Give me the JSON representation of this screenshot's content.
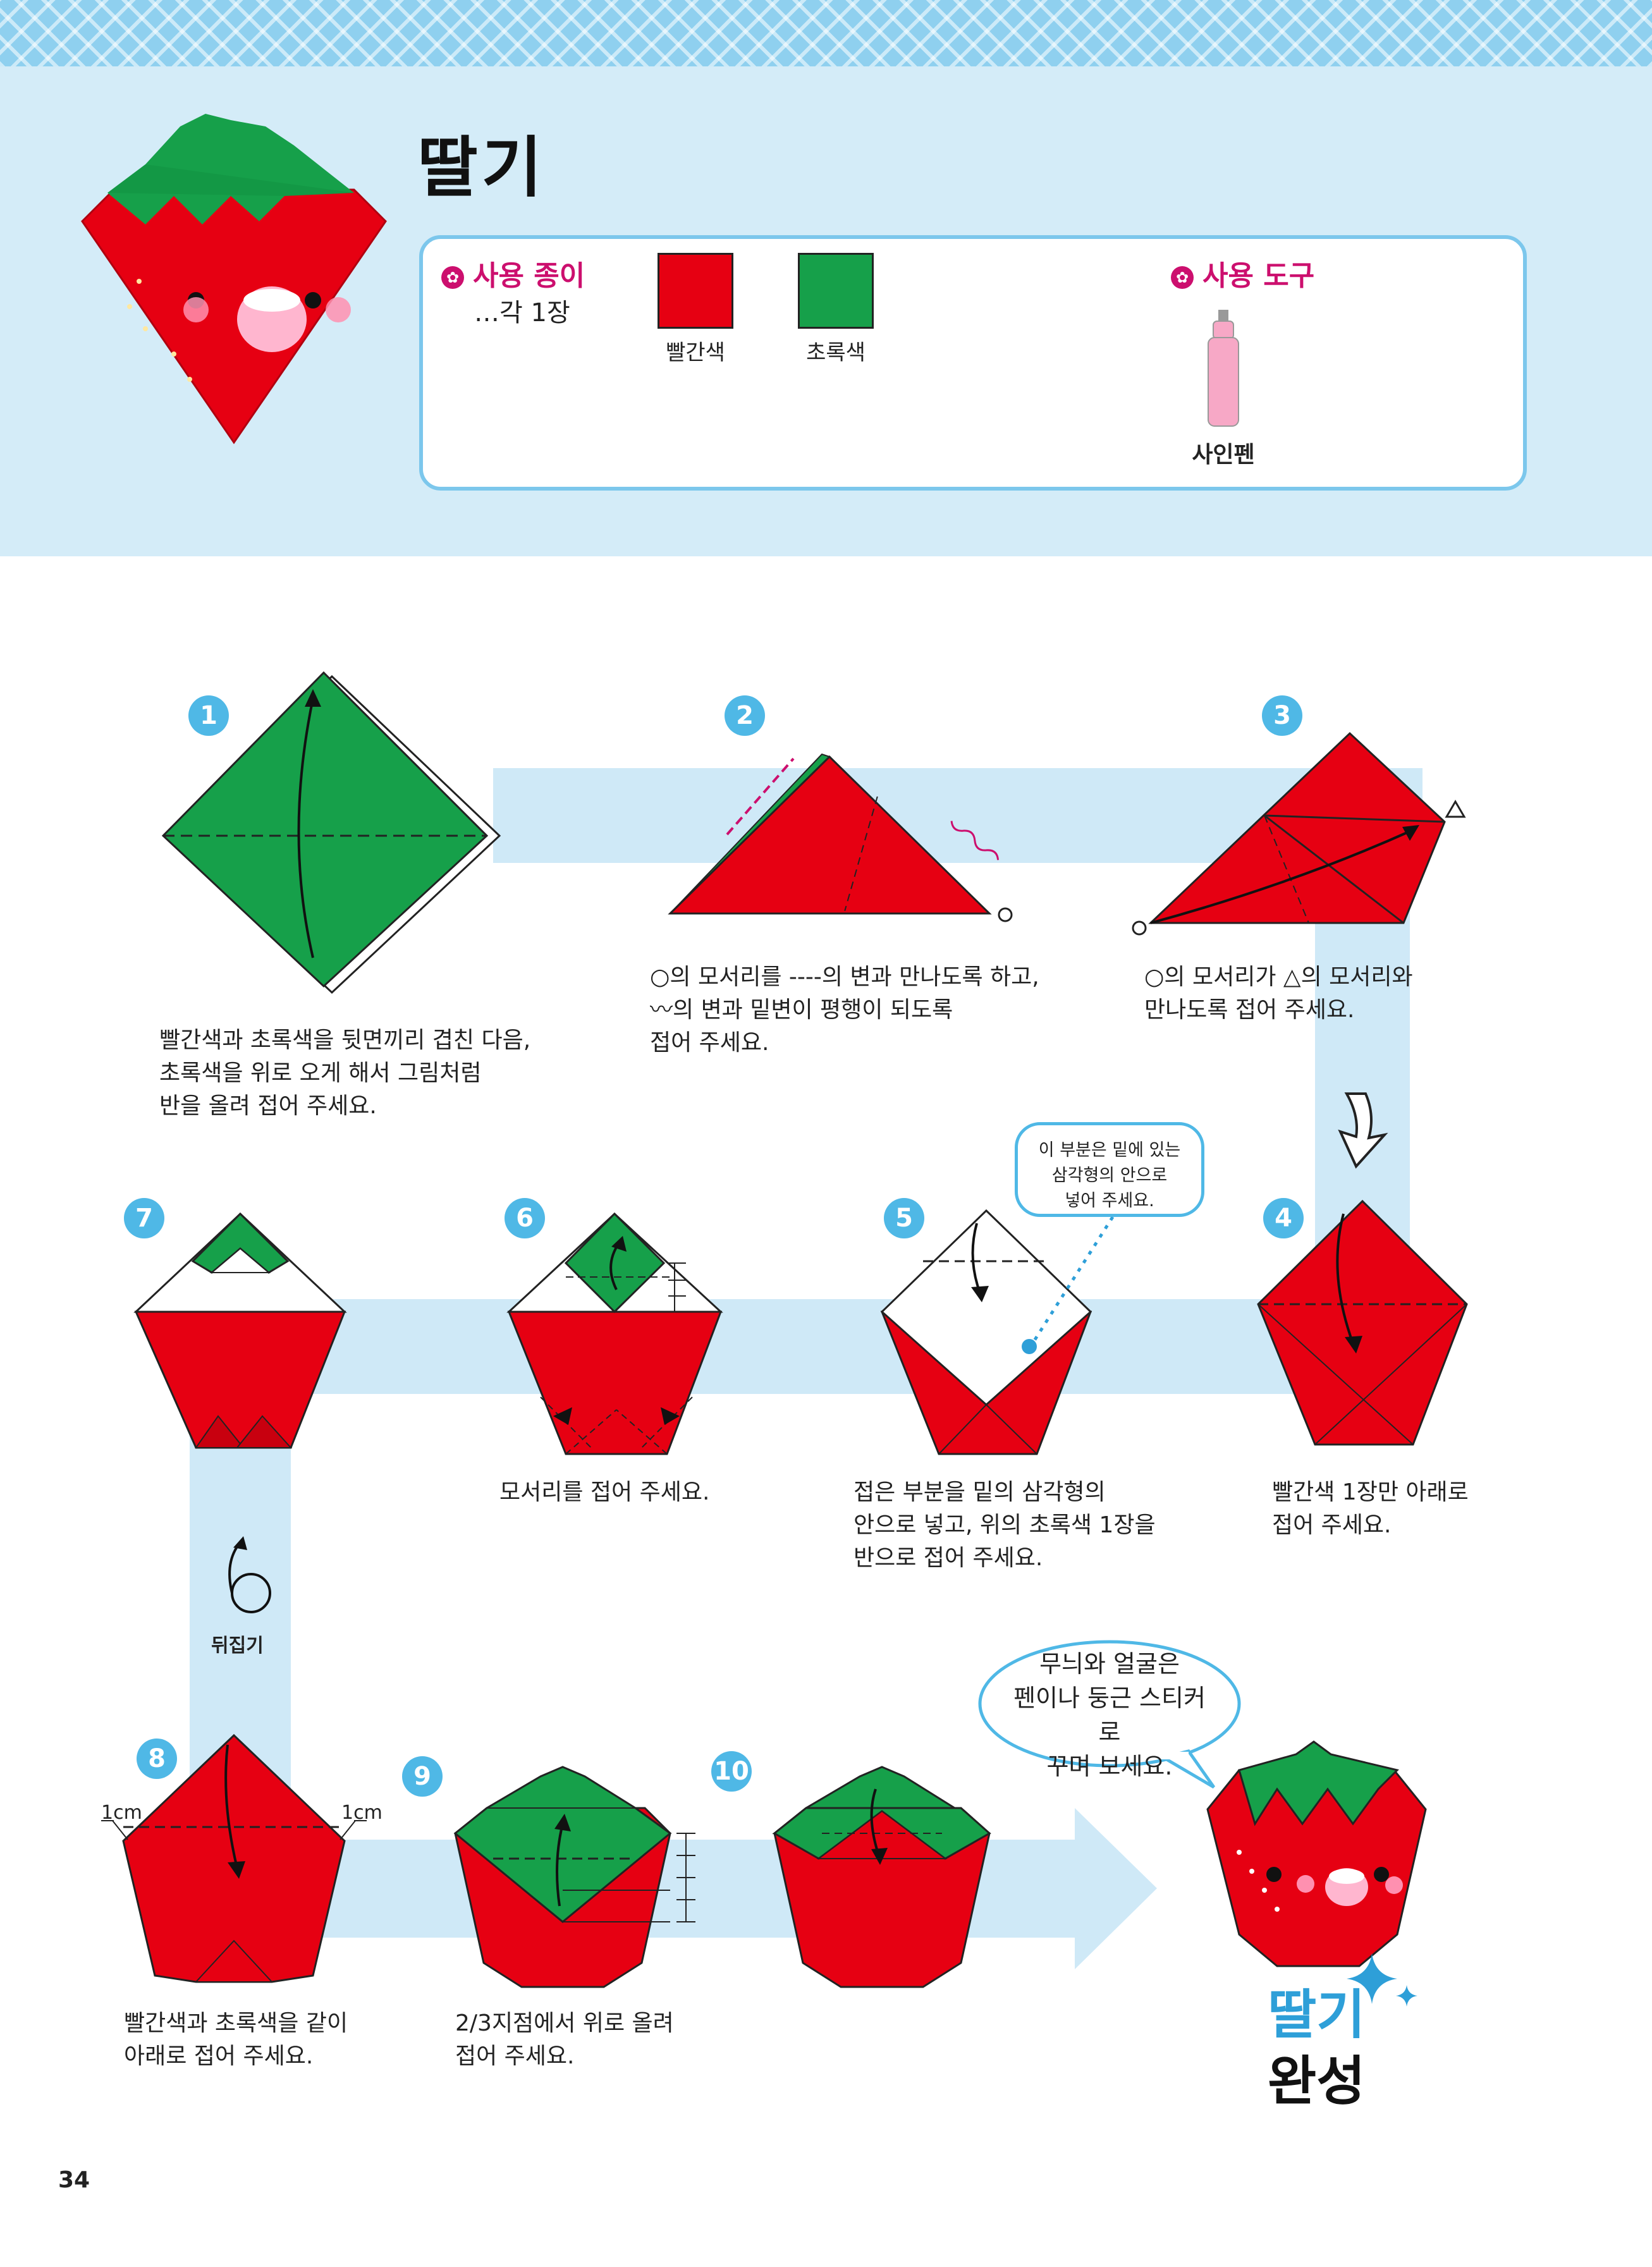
{
  "page": {
    "title": "딸기",
    "page_number": "34"
  },
  "materials": {
    "paper_heading": "사용 종이",
    "paper_count": "…각 1장",
    "papers": [
      {
        "label": "빨간색",
        "color": "#e60012"
      },
      {
        "label": "초록색",
        "color": "#16a04a"
      }
    ],
    "tools_heading": "사용 도구",
    "tool_label": "사인펜"
  },
  "colors": {
    "red": "#e60012",
    "green": "#16a04a",
    "accent_blue": "#4fb8e6",
    "band": "#d4ecf8",
    "path": "#cfe9f7",
    "heading_pink": "#cc0f6e"
  },
  "steps": [
    {
      "number": "1",
      "text": "빨간색과 초록색을 뒷면끼리 겹친 다음,\n초록색을 위로 오게 해서 그림처럼\n반을 올려 접어 주세요."
    },
    {
      "number": "2",
      "text": "○의 모서리를 ----의 변과 만나도록 하고,\n〰의 변과 밑변이 평행이 되도록\n접어 주세요."
    },
    {
      "number": "3",
      "text": "○의 모서리가 △의 모서리와\n만나도록 접어 주세요."
    },
    {
      "number": "4",
      "text": "빨간색 1장만 아래로\n접어 주세요."
    },
    {
      "number": "5",
      "text": "접은 부분을 밑의 삼각형의\n안으로 넣고, 위의 초록색 1장을\n반으로 접어 주세요."
    },
    {
      "number": "6",
      "text": "모서리를 접어 주세요."
    },
    {
      "number": "7",
      "text": ""
    },
    {
      "number": "8",
      "text": "빨간색과 초록색을 같이\n아래로 접어 주세요."
    },
    {
      "number": "9",
      "text": "2/3지점에서 위로 올려\n접어 주세요."
    },
    {
      "number": "10",
      "text": ""
    }
  ],
  "notes": {
    "step5_bubble": "이 부분은 밑에 있는\n삼각형의 안으로\n넣어 주세요.",
    "flip_label": "뒤집기",
    "measure_left": "1cm",
    "measure_right": "1cm",
    "decorate_bubble": "무늬와 얼굴은\n펜이나 둥근 스티커로\n꾸며 보세요.",
    "complete_line1": "딸기",
    "complete_line2": "완성"
  }
}
